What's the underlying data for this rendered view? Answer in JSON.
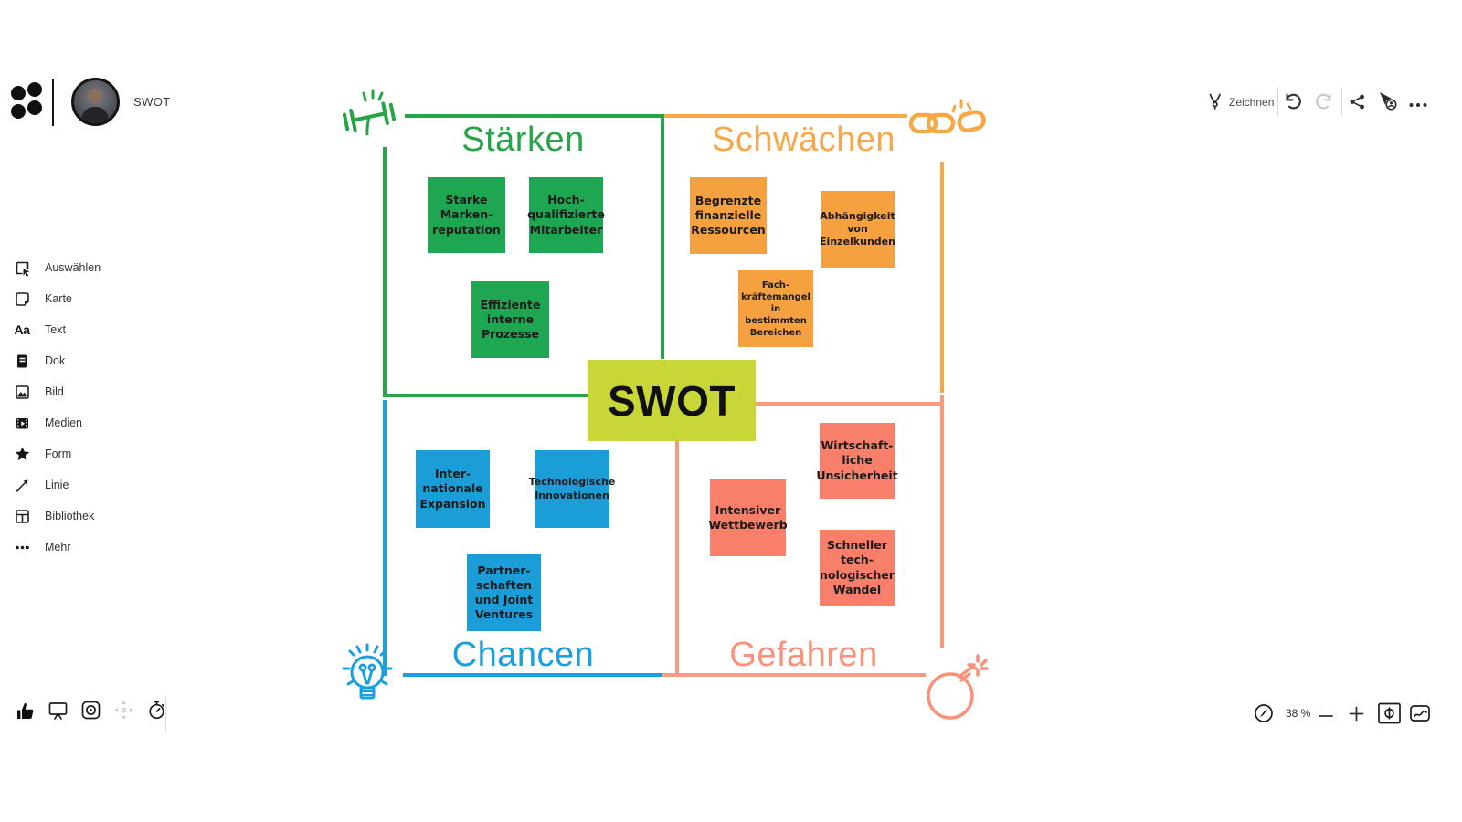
{
  "header": {
    "board_title": "SWOT",
    "logo_icon": "four-dots-logo",
    "avatar_icon": "user-photo-avatar"
  },
  "toolbar": {
    "draw_label": "Zeichnen",
    "icons": [
      "pen-icon",
      "undo-icon",
      "redo-icon",
      "share-icon",
      "follow-user-icon",
      "more-icon"
    ]
  },
  "sidebar": {
    "items": [
      {
        "label": "Auswählen",
        "icon": "select-icon"
      },
      {
        "label": "Karte",
        "icon": "card-icon"
      },
      {
        "label": "Text",
        "icon": "text-icon",
        "glyph": "Aa"
      },
      {
        "label": "Dok",
        "icon": "doc-icon"
      },
      {
        "label": "Bild",
        "icon": "image-icon"
      },
      {
        "label": "Medien",
        "icon": "media-icon"
      },
      {
        "label": "Form",
        "icon": "shape-icon"
      },
      {
        "label": "Linie",
        "icon": "line-icon"
      },
      {
        "label": "Bibliothek",
        "icon": "library-icon"
      },
      {
        "label": "Mehr",
        "icon": "more-icon"
      }
    ]
  },
  "statusbar": {
    "left_icons": [
      "thumbs-up-icon",
      "present-icon",
      "follow-icon",
      "move-icon",
      "timer-icon"
    ],
    "zoom_level": "38 %",
    "right_icons": [
      "compass-icon",
      "zoom-out-icon",
      "zoom-in-icon",
      "fit-screen-icon",
      "minimap-icon"
    ]
  },
  "canvas": {
    "center_label": "SWOT",
    "center_color": "#c9d637",
    "quadrants": {
      "strengths": {
        "title": "Stärken",
        "icon": "dumbbell-icon",
        "accent": "#27a447",
        "note_color": "#1fa653"
      },
      "weaknesses": {
        "title": "Schwächen",
        "icon": "broken-chain-icon",
        "accent": "#f6a845",
        "note_color": "#f6a13f"
      },
      "opportunities": {
        "title": "Chancen",
        "icon": "lightbulb-icon",
        "accent": "#18a0df",
        "note_color": "#1b9ed7"
      },
      "threats": {
        "title": "Gefahren",
        "icon": "bomb-icon",
        "accent": "#f9917b",
        "note_color": "#f8806b"
      }
    },
    "notes": [
      {
        "quadrant": "strengths",
        "text": "Starke\nMarken-\nreputation"
      },
      {
        "quadrant": "strengths",
        "text": "Hoch-\nqualifizierte\nMitarbeiter"
      },
      {
        "quadrant": "strengths",
        "text": "Effiziente\ninterne\nProzesse"
      },
      {
        "quadrant": "weaknesses",
        "text": "Begrenzte\nfinanzielle\nRessourcen"
      },
      {
        "quadrant": "weaknesses",
        "text": "Abhängigkeit\nvon\nEinzelkunden"
      },
      {
        "quadrant": "weaknesses",
        "text": "Fach-\nkräftemangel\nin\nbestimmten\nBereichen"
      },
      {
        "quadrant": "opportunities",
        "text": "Inter-\nnationale\nExpansion"
      },
      {
        "quadrant": "opportunities",
        "text": "Technologische\nInnovationen"
      },
      {
        "quadrant": "opportunities",
        "text": "Partner-\nschaften\nund Joint\nVentures"
      },
      {
        "quadrant": "threats",
        "text": "Wirtschaft-\nliche\nUnsicherheit"
      },
      {
        "quadrant": "threats",
        "text": "Intensiver\nWettbewerb"
      },
      {
        "quadrant": "threats",
        "text": "Schneller\ntech-\nnologischer\nWandel"
      }
    ]
  }
}
